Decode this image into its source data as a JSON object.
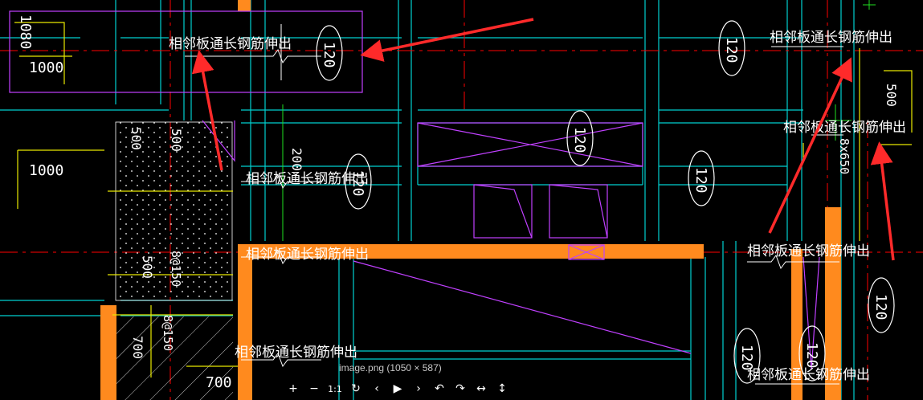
{
  "drawing": {
    "note_label": "相邻板通长钢筋伸出",
    "slab_thickness": "120",
    "dims": {
      "d1080": "1080",
      "d1000": "1000",
      "d500": "500",
      "d200": "200",
      "d700": "700",
      "rebar_8_150": "8@150",
      "rebar_8x650": "8x650"
    }
  },
  "viewer": {
    "caption": "image.png (1050 × 587)",
    "toolbar": [
      {
        "name": "zoom-in-button",
        "icon": "plus-icon",
        "glyph": "+"
      },
      {
        "name": "zoom-out-button",
        "icon": "minus-icon",
        "glyph": "−"
      },
      {
        "name": "actual-size-button",
        "icon": "one-to-one-icon",
        "glyph": "1:1"
      },
      {
        "name": "reset-button",
        "icon": "refresh-icon",
        "glyph": "↻"
      },
      {
        "name": "previous-button",
        "icon": "chevron-left-icon",
        "glyph": "‹"
      },
      {
        "name": "play-button",
        "icon": "play-icon",
        "glyph": "▶"
      },
      {
        "name": "next-button",
        "icon": "chevron-right-icon",
        "glyph": "›"
      },
      {
        "name": "rotate-left-button",
        "icon": "rotate-left-icon",
        "glyph": "↶"
      },
      {
        "name": "rotate-right-button",
        "icon": "rotate-right-icon",
        "glyph": "↷"
      },
      {
        "name": "flip-horizontal-button",
        "icon": "flip-horizontal-icon",
        "glyph": "↔"
      },
      {
        "name": "flip-vertical-button",
        "icon": "flip-vertical-icon",
        "glyph": "↕"
      }
    ]
  },
  "colors": {
    "background": "#000000",
    "gridline": "#00d0d0",
    "axis": "#ff0000",
    "wall": "#ff8a1e",
    "magenta": "#c040ff",
    "yellow": "#e8e800",
    "arrow": "#ff2a2a",
    "text": "#ffffff"
  }
}
